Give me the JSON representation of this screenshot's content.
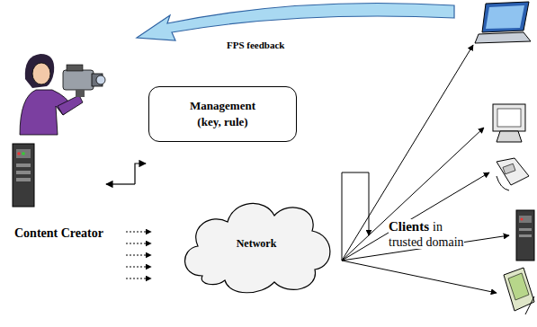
{
  "diagram": {
    "nodes": [
      {
        "text": [
          "Management",
          "(key, rule)"
        ]
      },
      {
        "text": [
          "Network"
        ]
      }
    ],
    "labels": [
      "FPS feedback",
      "Content Creator",
      "Clients",
      "in trusted domain"
    ]
  }
}
